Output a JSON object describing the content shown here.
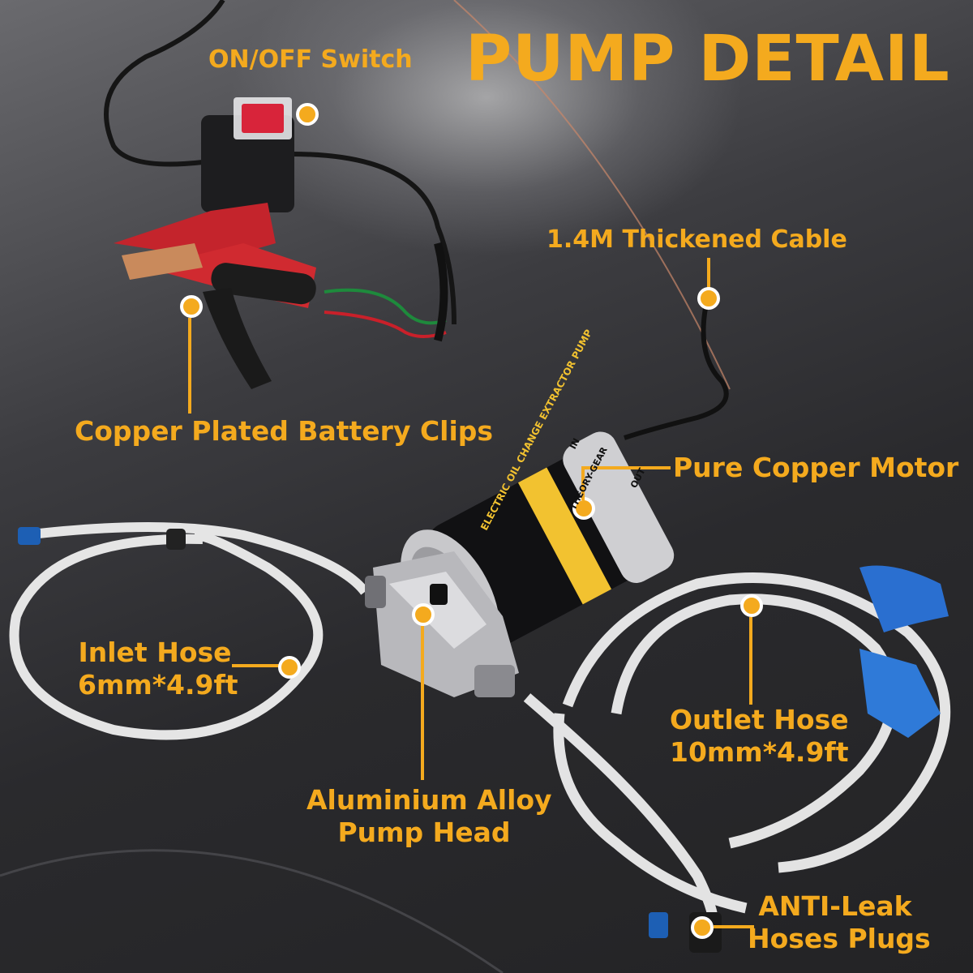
{
  "title": "PUMP DETAIL",
  "accent_color": "#f4aa1e",
  "labels": {
    "switch": "ON/OFF Switch",
    "cable": "1.4M Thickened Cable",
    "clips": "Copper Plated Battery Clips",
    "motor": "Pure Copper Motor",
    "inlet_line1": "Inlet Hose",
    "inlet_line2": "6mm*4.9ft",
    "outlet_line1": "Outlet Hose",
    "outlet_line2": "10mm*4.9ft",
    "head_line1": "Aluminium Alloy",
    "head_line2": "Pump Head",
    "plugs_line1": "ANTI-Leak",
    "plugs_line2": "Hoses Plugs"
  },
  "motor_label_text": "ELECTRIC OIL CHANGE EXTRACTOR PUMP",
  "motor_brand_text": "THEORY-GEAR",
  "motor_port_out": "OUT",
  "motor_port_in": "IN"
}
